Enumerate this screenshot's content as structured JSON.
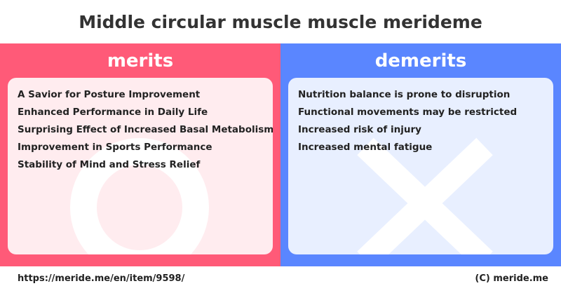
{
  "page": {
    "title": "Middle circular muscle muscle merideme"
  },
  "merits": {
    "heading": "merits",
    "color": "#ff5a78",
    "watermark_icon": "circle-icon",
    "items": [
      "A Savior for Posture Improvement",
      "Enhanced Performance in Daily Life",
      "Surprising Effect of Increased Basal Metabolism",
      "Improvement in Sports Performance",
      "Stability of Mind and Stress Relief"
    ]
  },
  "demerits": {
    "heading": "demerits",
    "color": "#5a86ff",
    "watermark_icon": "cross-icon",
    "items": [
      "Nutrition balance is prone to disruption",
      "Functional movements may be restricted",
      "Increased risk of injury",
      "Increased mental fatigue"
    ]
  },
  "footer": {
    "url": "https://meride.me/en/item/9598/",
    "copyright": "(C) meride.me"
  }
}
